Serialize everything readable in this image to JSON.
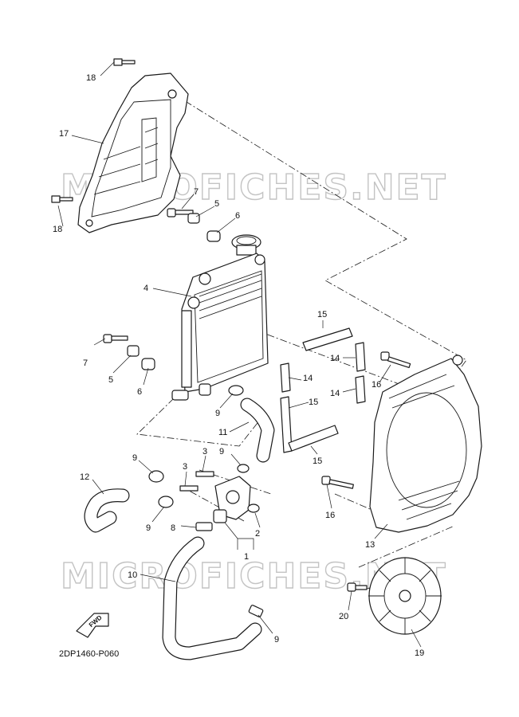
{
  "watermark": "MICROFICHES.NET",
  "diagram_code": "2DP1460-P060",
  "fwd_label": "FWD",
  "callouts": {
    "c1": "1",
    "c2": "2",
    "c3a": "3",
    "c3b": "3",
    "c4": "4",
    "c5a": "5",
    "c5b": "5",
    "c6a": "6",
    "c6b": "6",
    "c7a": "7",
    "c7b": "7",
    "c8": "8",
    "c9a": "9",
    "c9b": "9",
    "c9c": "9",
    "c9d": "9",
    "c9e": "9",
    "c10": "10",
    "c11": "11",
    "c12": "12",
    "c13": "13",
    "c14a": "14",
    "c14b": "14",
    "c14c": "14",
    "c15a": "15",
    "c15b": "15",
    "c15c": "15",
    "c16a": "16",
    "c16b": "16",
    "c17": "17",
    "c18a": "18",
    "c18b": "18",
    "c19": "19",
    "c20": "20"
  }
}
